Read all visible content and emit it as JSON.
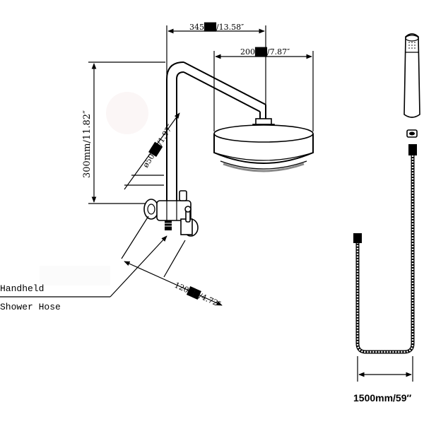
{
  "dimensions": {
    "arm_reach": "345██/13.58″",
    "head_diameter": "200██/7.87″",
    "height": "300mm/11.82″",
    "pipe_diameter": "ø50██/1.97″",
    "bracket_depth": "120██/4.72″",
    "hose_length": "1500mm/59″"
  },
  "callout": {
    "line1": "Handheld",
    "line2": "Shower Hose"
  }
}
